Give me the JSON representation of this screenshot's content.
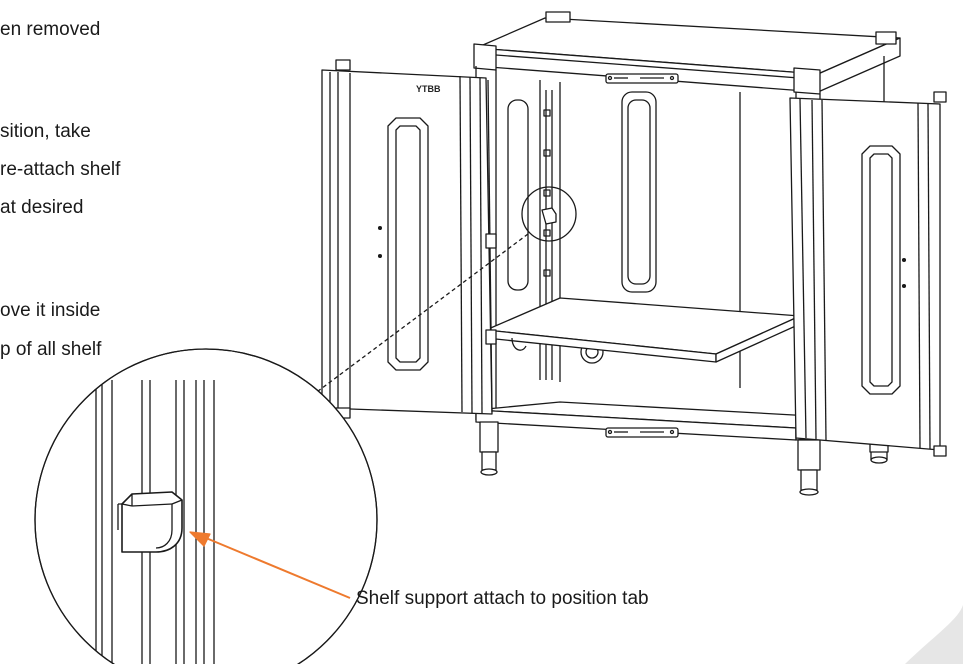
{
  "instructions": [
    "en removed",
    "sition, take",
    "re-attach shelf",
    " at desired",
    "ove it inside",
    "p of all shelf"
  ],
  "callout": {
    "label": "Shelf support attach to position tab",
    "arrow_color": "#ee7a2e"
  },
  "cabinet": {
    "door_label": "YTBB"
  },
  "colors": {
    "line": "#1a1a1a",
    "background": "#ffffff",
    "watermark": "#e6e6e6"
  }
}
